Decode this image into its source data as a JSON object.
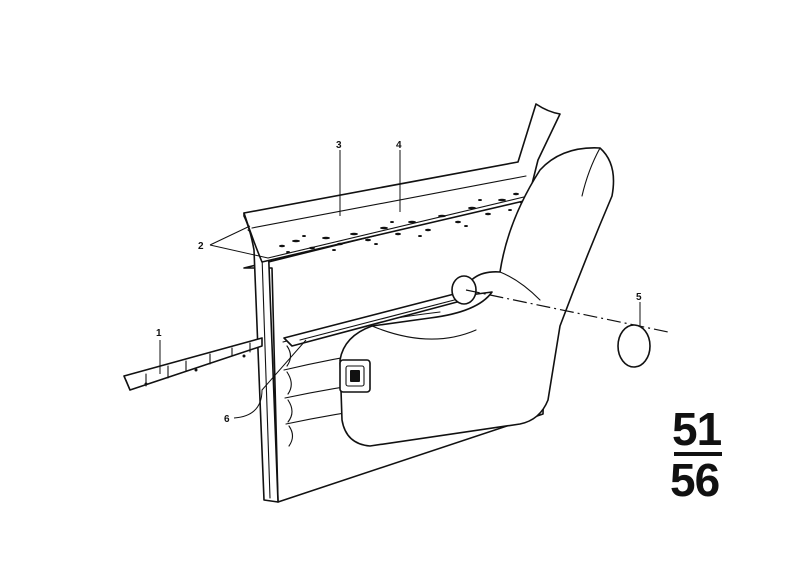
{
  "callouts": {
    "c1": "1",
    "c2": "2",
    "c3": "3",
    "c4": "4",
    "c5": "5",
    "c6": "6"
  },
  "section": {
    "top": "51",
    "bottom": "56"
  },
  "colors": {
    "ink": "#111111",
    "paper": "#ffffff"
  }
}
